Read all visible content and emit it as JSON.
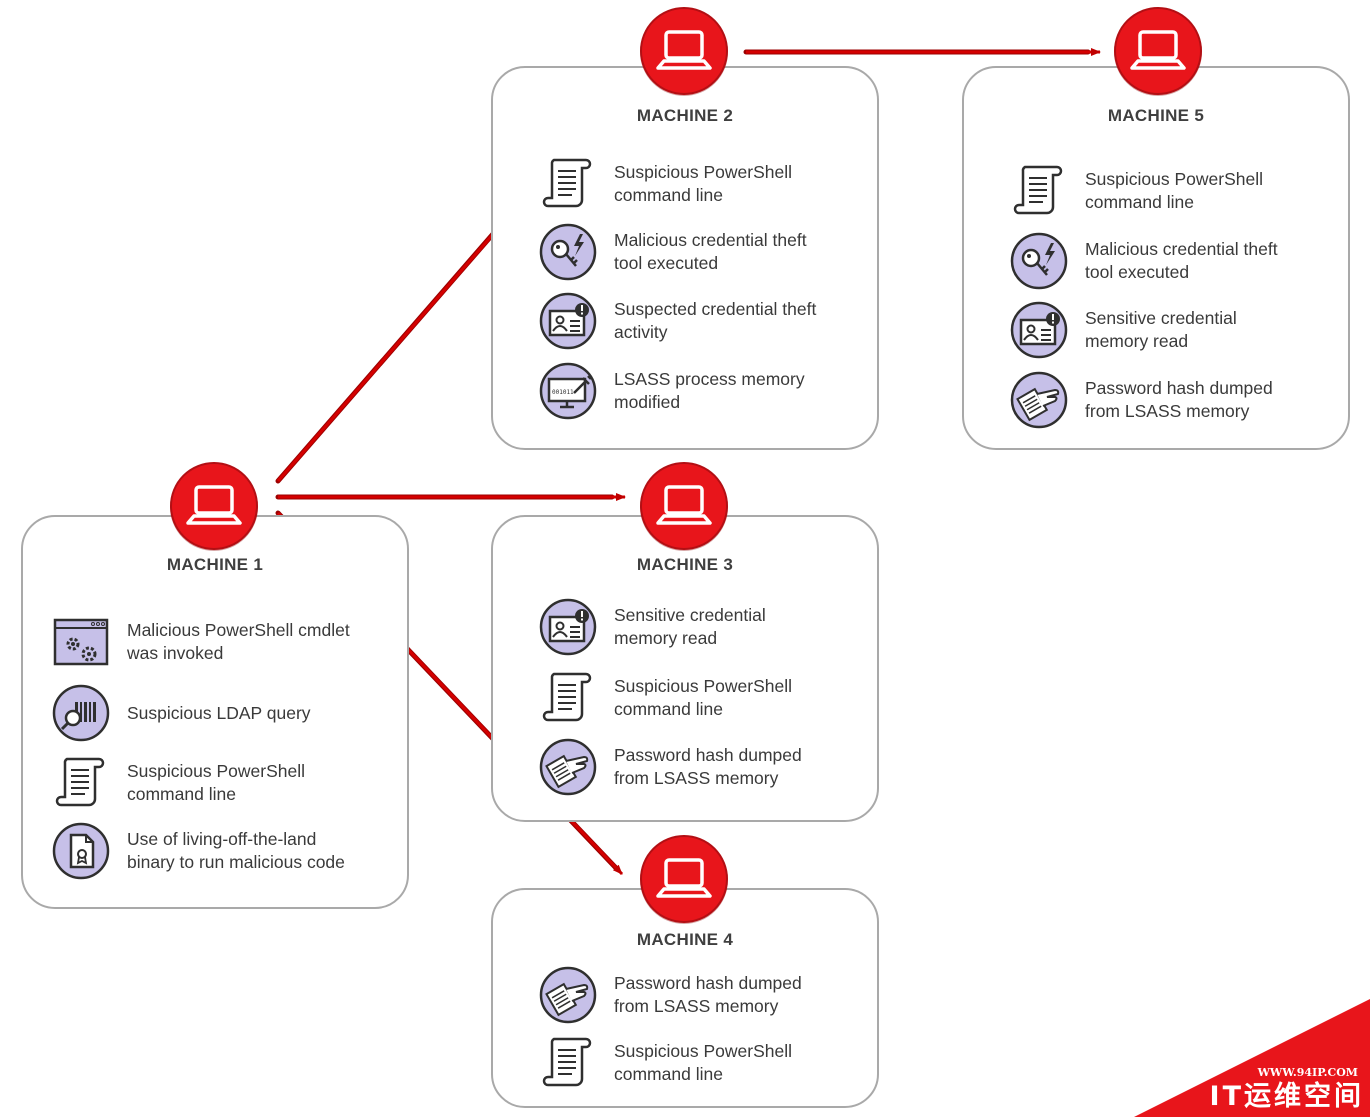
{
  "machines": [
    {
      "title": "MACHINE 1",
      "alerts": [
        {
          "icon": "browser-gears-icon",
          "text": "Malicious PowerShell cmdlet\nwas invoked"
        },
        {
          "icon": "barcode-magnifier-icon",
          "text": "Suspicious LDAP query"
        },
        {
          "icon": "scroll-icon",
          "text": "Suspicious PowerShell\ncommand line"
        },
        {
          "icon": "certificate-document-icon",
          "text": "Use of living-off-the-land\nbinary to run malicious code"
        }
      ]
    },
    {
      "title": "MACHINE 2",
      "alerts": [
        {
          "icon": "scroll-icon",
          "text": "Suspicious PowerShell\ncommand line"
        },
        {
          "icon": "key-lightning-icon",
          "text": "Malicious credential theft\ntool executed"
        },
        {
          "icon": "id-card-alert-icon",
          "text": "Suspected credential theft\nactivity"
        },
        {
          "icon": "monitor-syringe-icon",
          "text": "LSASS process memory\nmodified"
        }
      ]
    },
    {
      "title": "MACHINE 3",
      "alerts": [
        {
          "icon": "id-card-alert-icon",
          "text": "Sensitive credential\nmemory read"
        },
        {
          "icon": "scroll-icon",
          "text": "Suspicious PowerShell\ncommand line"
        },
        {
          "icon": "hand-document-icon",
          "text": "Password hash dumped\nfrom LSASS memory"
        }
      ]
    },
    {
      "title": "MACHINE 4",
      "alerts": [
        {
          "icon": "hand-document-icon",
          "text": "Password hash dumped\nfrom LSASS memory"
        },
        {
          "icon": "scroll-icon",
          "text": "Suspicious PowerShell\ncommand line"
        }
      ]
    },
    {
      "title": "MACHINE 5",
      "alerts": [
        {
          "icon": "scroll-icon",
          "text": "Suspicious PowerShell\ncommand line"
        },
        {
          "icon": "key-lightning-icon",
          "text": "Malicious credential theft\ntool executed"
        },
        {
          "icon": "id-card-alert-icon",
          "text": "Sensitive credential\nmemory read"
        },
        {
          "icon": "hand-document-icon",
          "text": "Password hash dumped\nfrom LSASS memory"
        }
      ]
    }
  ],
  "connections": [
    {
      "from": "MACHINE 1",
      "to": "MACHINE 2"
    },
    {
      "from": "MACHINE 1",
      "to": "MACHINE 3"
    },
    {
      "from": "MACHINE 1",
      "to": "MACHINE 4"
    },
    {
      "from": "MACHINE 2",
      "to": "MACHINE 5"
    }
  ],
  "colors": {
    "node_fill": "#e8151b",
    "arrow": "#c00000",
    "icon_circle": "#c6c0e8",
    "icon_stroke": "#2f2f2f",
    "panel_border": "#a9a9a9"
  },
  "watermark": {
    "url": "WWW.94IP.COM",
    "brand": "IT运维空间"
  }
}
